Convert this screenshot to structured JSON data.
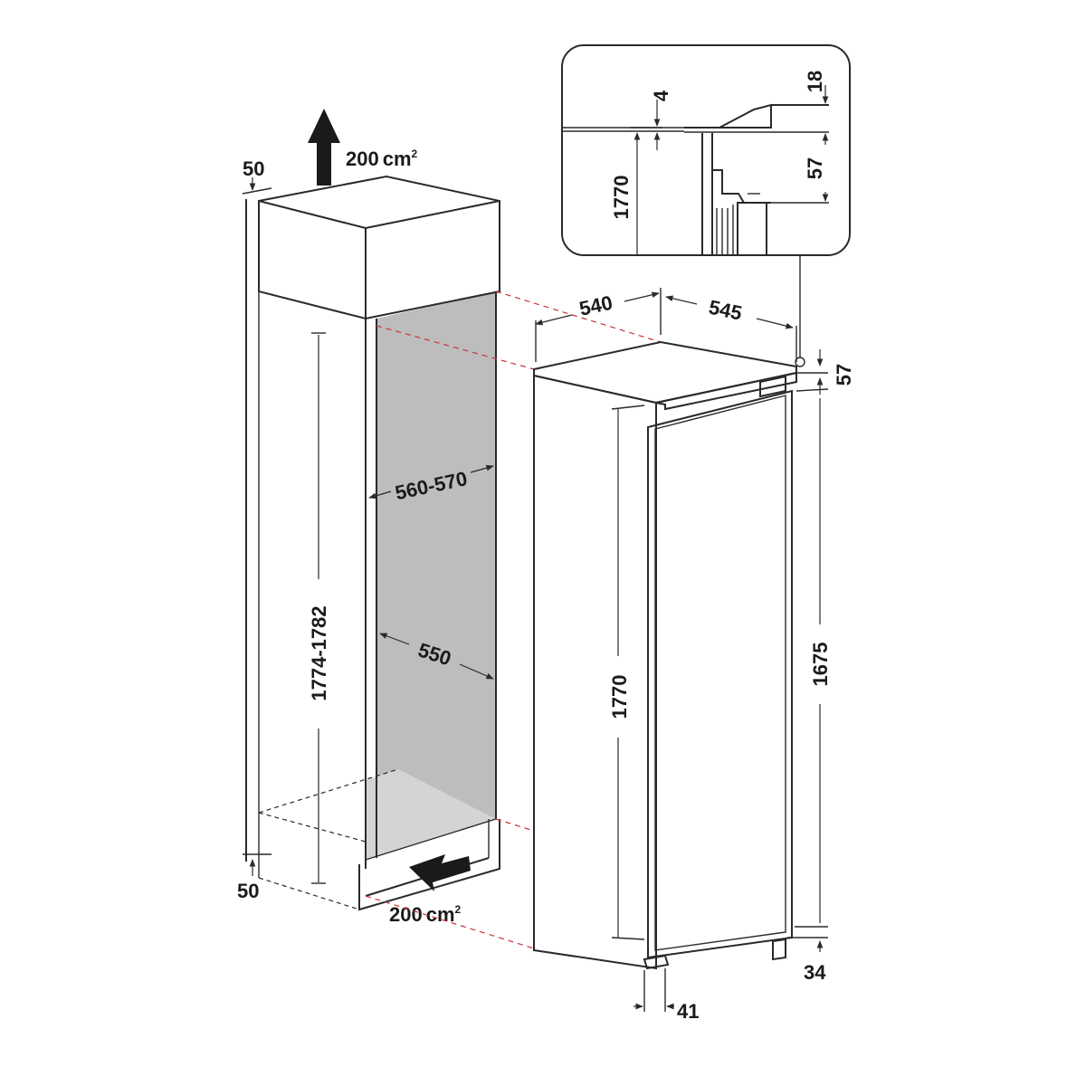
{
  "labels": {
    "vent_top": "200",
    "vent_top_unit": "cm",
    "vent_top_sup": "2",
    "vent_bottom": "200",
    "vent_bottom_unit": "cm",
    "vent_bottom_sup": "2",
    "gap_top": "50",
    "gap_bottom": "50",
    "niche_height": "1774-1782",
    "niche_width": "560-570",
    "niche_depth": "550",
    "appliance_width": "540",
    "appliance_depth": "545",
    "appliance_height": "1770",
    "door_height": "1675",
    "top_offset": "57",
    "bottom_offset": "34",
    "foot_offset": "41"
  },
  "detail": {
    "dim_18": "18",
    "dim_4": "4",
    "dim_57": "57",
    "dim_1770": "1770"
  },
  "colors": {
    "line": "#2a2a2a",
    "niche_back": "#bdbdbd",
    "niche_floor": "#d4d4d4",
    "dashed_guides": "#c8333a"
  }
}
